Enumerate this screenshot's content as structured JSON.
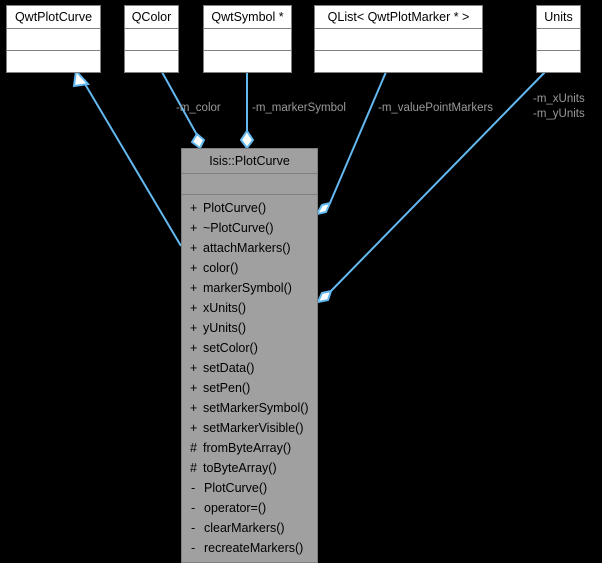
{
  "diagram": {
    "type": "uml-class-diagram",
    "background_color": "#000000",
    "edge_color": "#63b8f0",
    "main_class_fill": "#a0a0a0",
    "other_class_fill": "#ffffff",
    "border_color": "#808080",
    "label_color": "#9a9a9a"
  },
  "nodes": {
    "qwtplotcurve": {
      "title": "QwtPlotCurve"
    },
    "qcolor": {
      "title": "QColor"
    },
    "qwtsymbol": {
      "title": "QwtSymbol *"
    },
    "qlist": {
      "title": "QList< QwtPlotMarker * >"
    },
    "units": {
      "title": "Units"
    },
    "plotcurve": {
      "title": "Isis::PlotCurve",
      "operations": [
        {
          "visibility": "+",
          "name": "PlotCurve()"
        },
        {
          "visibility": "+",
          "name": "~PlotCurve()"
        },
        {
          "visibility": "+",
          "name": "attachMarkers()"
        },
        {
          "visibility": "+",
          "name": "color()"
        },
        {
          "visibility": "+",
          "name": "markerSymbol()"
        },
        {
          "visibility": "+",
          "name": "xUnits()"
        },
        {
          "visibility": "+",
          "name": "yUnits()"
        },
        {
          "visibility": "+",
          "name": "setColor()"
        },
        {
          "visibility": "+",
          "name": "setData()"
        },
        {
          "visibility": "+",
          "name": "setPen()"
        },
        {
          "visibility": "+",
          "name": "setMarkerSymbol()"
        },
        {
          "visibility": "+",
          "name": "setMarkerVisible()"
        },
        {
          "visibility": "#",
          "name": "fromByteArray()"
        },
        {
          "visibility": "#",
          "name": "toByteArray()"
        },
        {
          "visibility": "-",
          "name": "PlotCurve()"
        },
        {
          "visibility": "-",
          "name": "operator=()"
        },
        {
          "visibility": "-",
          "name": "clearMarkers()"
        },
        {
          "visibility": "-",
          "name": "recreateMarkers()"
        }
      ]
    }
  },
  "edges": [
    {
      "id": "inheritance",
      "from": "plotcurve",
      "to": "qwtplotcurve",
      "kind": "generalization",
      "label": ""
    },
    {
      "id": "m_color",
      "from": "qcolor",
      "to": "plotcurve",
      "kind": "aggregation",
      "label": "-m_color"
    },
    {
      "id": "m_markerSymbol",
      "from": "qwtsymbol",
      "to": "plotcurve",
      "kind": "aggregation",
      "label": "-m_markerSymbol"
    },
    {
      "id": "m_valuePointMarkers",
      "from": "qlist",
      "to": "plotcurve",
      "kind": "aggregation",
      "label": "-m_valuePointMarkers"
    },
    {
      "id": "m_units",
      "from": "units",
      "to": "plotcurve",
      "kind": "aggregation",
      "label_x": "-m_xUnits",
      "label_y": "-m_yUnits"
    }
  ]
}
